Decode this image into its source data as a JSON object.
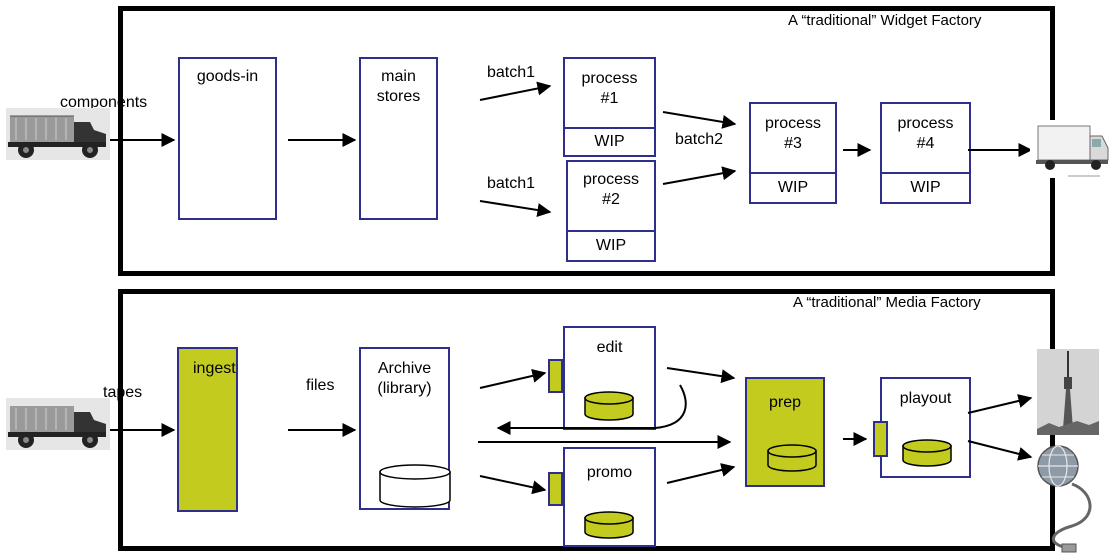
{
  "widget_factory": {
    "title": "A “traditional” Widget Factory",
    "input_label": "components",
    "stages": {
      "goods_in": "goods-in",
      "main_stores": "main\nstores",
      "process1": "process\n#1",
      "process2": "process\n#2",
      "process3": "process\n#3",
      "process4": "process\n#4"
    },
    "wip": "WIP",
    "batch1_top": "batch1",
    "batch1_bottom": "batch1",
    "batch2": "batch2"
  },
  "media_factory": {
    "title": "A “traditional” Media Factory",
    "input_label": "tapes",
    "files_label": "files",
    "stages": {
      "ingest": "ingest",
      "archive": "Archive\n(library)",
      "edit": "edit",
      "promo": "promo",
      "prep": "prep",
      "playout": "playout"
    }
  },
  "pictures": {
    "truck_top": "old-truck-icon",
    "truck_bottom": "old-truck-icon",
    "delivery_van": "delivery-van-icon",
    "tower": "broadcast-tower-icon",
    "globe": "internet-globe-icon"
  },
  "colors": {
    "box_border": "#2e2e8c",
    "highlight": "#c3cc1e",
    "frame": "#000000"
  }
}
